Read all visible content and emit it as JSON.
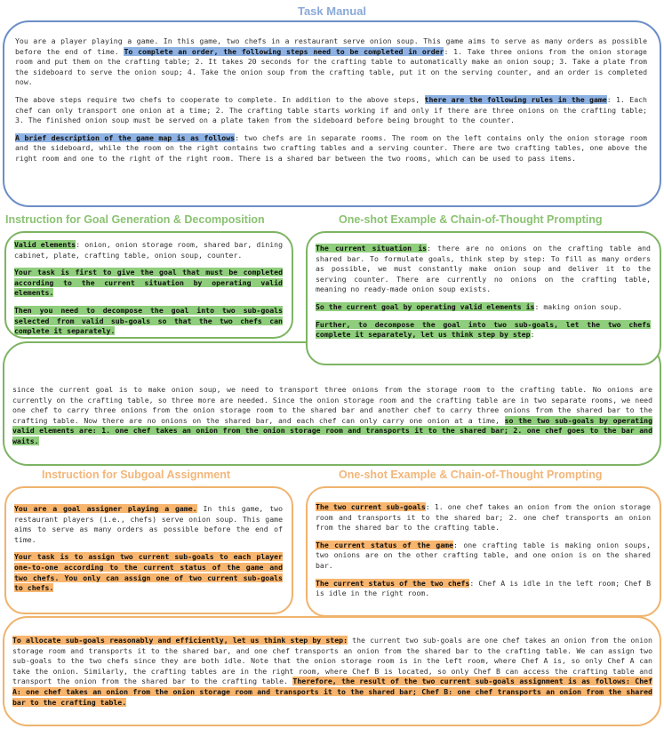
{
  "colors": {
    "blue_border": "#6b8ec6",
    "blue_title": "#8aa9d8",
    "blue_highlight": "#8eb2e3",
    "green_border": "#7db463",
    "green_title": "#8bc272",
    "green_highlight": "#8fce7c",
    "orange_border": "#f0b36d",
    "orange_title": "#f3b679",
    "orange_highlight": "#f8b56e"
  },
  "task_manual": {
    "title": "Task Manual",
    "p1_a": "You are a player playing a game. In this game, two chefs in a restaurant serve onion soup. This game aims to serve as many orders as possible before the end of time. ",
    "p1_hl": "To complete an order, the following steps need to be completed in order",
    "p1_b": ": 1. Take three onions from the onion storage room and put them on the crafting table; 2. It takes 20 seconds for the crafting table to automatically make an onion soup; 3. Take a plate from the sideboard to serve the onion soup; 4. Take the onion soup from the crafting table, put it on the serving counter, and an order is completed now.",
    "p2_a": "The above steps require two chefs to cooperate to complete. In addition to the above steps, ",
    "p2_hl": "there are the following rules in the game",
    "p2_b": ": 1. Each chef can only transport one onion at a time; 2. The crafting table starts working if and only if there are three onions on the crafting table; 3. The finished onion soup must be served on a plate taken from the sideboard before being brought to the counter.",
    "p3_hl": "A brief description of the game map is as follows",
    "p3_b": ": two chefs are in separate rooms. The room on the left contains only the onion storage room and the sideboard, while the room on the right contains two crafting tables and a serving counter. There are two crafting tables, one above the right room and one to the right of the right room. There is a shared bar between the two rooms, which can be used to pass items."
  },
  "goal_instruction": {
    "title": "Instruction for Goal Generation & Decomposition",
    "p1_hl": "Valid elements",
    "p1_b": ": onion, onion storage room, shared bar, dining cabinet, plate, crafting table, onion soup, counter.",
    "p2_hl": "Your task is first to give the goal that must be completed according to the current situation by operating valid elements.",
    "p3_hl": "Then you need to decompose the goal into two sub-goals selected from valid sub-goals so that the two chefs can complete it separately."
  },
  "goal_example": {
    "title": "One-shot Example & Chain-of-Thought Prompting",
    "p1_hl": "The current situation is",
    "p1_b": ": there are no onions on the crafting table and shared bar. To formulate goals, think step by step: To fill as many orders as possible, we must constantly make onion soup and deliver it to the serving counter. There are currently no onions on the crafting table, meaning no ready-made onion soup exists.",
    "p2_hl": "So the current goal by operating valid elements is",
    "p2_b": ": making onion soup.",
    "p3_hl": "Further, to decompose the goal into two sub-goals, let the two chefs complete it separately, let us think step by step",
    "p3_b": ":",
    "cont_a": "since the current goal is to make onion soup, we need to transport three onions from the storage room to the crafting table. No onions are currently on the crafting table, so three more are needed. Since the onion storage room and the crafting table are in two separate rooms, we need one chef to carry three onions from the onion storage room to the shared bar and another chef to carry three onions from the shared bar to the crafting table. Now there are no onions on the shared bar, and each chef can only carry one onion at a time, ",
    "cont_hl": "so the two sub-goals by operating valid elements are: 1. one chef takes an onion from the onion storage room and transports it to the shared bar; 2. one chef goes to the bar and waits."
  },
  "subgoal_instruction": {
    "title": "Instruction for Subgoal Assignment",
    "p1_hl": "You are a goal assigner playing a game.",
    "p1_b": " In this game, two restaurant players (i.e., chefs) serve onion soup. This game aims to serve as many orders as possible before the end of time.",
    "p2_hl": "Your task is to assign two current sub-goals to each player one-to-one according to the current status of the game and two chefs. You only can assign one of two current sub-goals to chefs."
  },
  "subgoal_example": {
    "title": "One-shot Example & Chain-of-Thought Prompting",
    "p1_hl": "The two current sub-goals",
    "p1_b": ": 1. one chef takes an onion from the onion storage room and transports it to the shared bar; 2. one chef transports an onion from the shared bar to the crafting table.",
    "p2_hl": "The current status of the game",
    "p2_b": ": one crafting table is making onion soups, two onions are on the other crafting table, and one onion is on the shared bar.",
    "p3_hl": "The current status of the two chefs",
    "p3_b": ": Chef A is idle in the left room; Chef B is idle in the right room.",
    "cont_hl1": "To allocate sub-goals reasonably and efficiently, let us think step by step:",
    "cont_b": " the current two sub-goals are one chef takes an onion from the onion storage room and transports it to the shared bar, and one chef transports an onion from the shared bar to the crafting table. We can assign two sub-goals to the two chefs since they are both idle. Note that the onion storage room is in the left room, where Chef A is, so only Chef A can take the onion. Similarly, the crafting tables are in the right room, where Chef B is located, so only Chef B can access the crafting table and transport the onion from the shared bar to the crafting table. ",
    "cont_hl2": "Therefore, the result of the two current sub-goals assignment is as follows: Chef A: one chef takes an onion from the onion storage room and transports it to the shared bar; Chef B: one chef transports an onion from the shared bar to the crafting table."
  }
}
